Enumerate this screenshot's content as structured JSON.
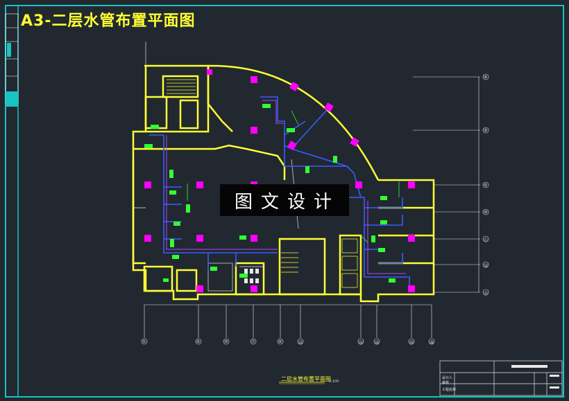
{
  "drawing": {
    "title": "A3-二层水管布置平面图",
    "watermark": "图文设计",
    "caption": "二层水管布置平面图",
    "scale": "1:100"
  },
  "axis_labels": {
    "bottom": [
      "①",
      "⑥",
      "⑩",
      "⑦",
      "⑧",
      "⑬",
      "⑮",
      "⑯",
      "⑲",
      "⑳"
    ],
    "right": [
      "⑧",
      "⑧",
      "⑥",
      "⑩",
      "Ⓒ",
      "⑬",
      "Ⓐ"
    ]
  },
  "colors": {
    "background": "#212830",
    "border": "#19c3c3",
    "walls": "#ffff33",
    "pipes": "#3a5cff",
    "nodes": "#ff00ff",
    "equipment": "#33ff33",
    "text": "#ffffff"
  },
  "title_block": {
    "rows": [
      "设计人",
      "审核",
      "工程名称"
    ]
  }
}
